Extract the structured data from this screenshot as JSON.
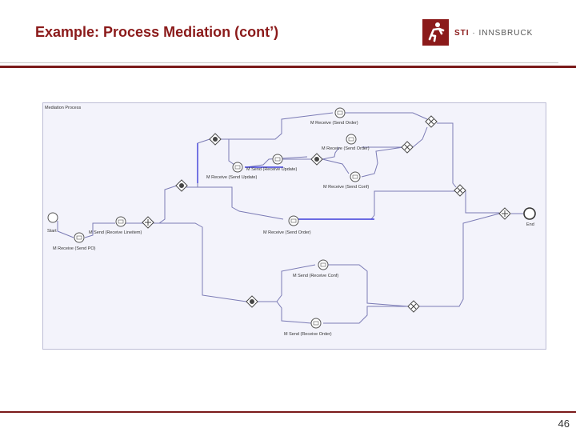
{
  "slide": {
    "title": "Example: Process Mediation (cont’)",
    "logo_brand": "STI",
    "logo_text": " · INNSBRUCK",
    "page_number": "46"
  },
  "diagram": {
    "process_label": "Mediation Process",
    "start_label": "Start",
    "end_label": "End",
    "tasks": {
      "receive_send_po": "M Receive (Send PO)",
      "send_receive_lineitem": "M Send (Receive Lineitem)",
      "receive_send_order_1": "M Receive (Send Order)",
      "receive_send_order_2": "M Receive (Send Order)",
      "send_receive_update": "M Send (Receive Update)",
      "receive_send_update": "M Receive (Send Update)",
      "receive_send_conf": "M Receive (Send Conf)",
      "receive_send_orderline": "M Receive (Send Order)",
      "send_receive_conf": "M Send (Receive Conf)",
      "send_receive_order": "M Send (Receive Order)"
    }
  }
}
